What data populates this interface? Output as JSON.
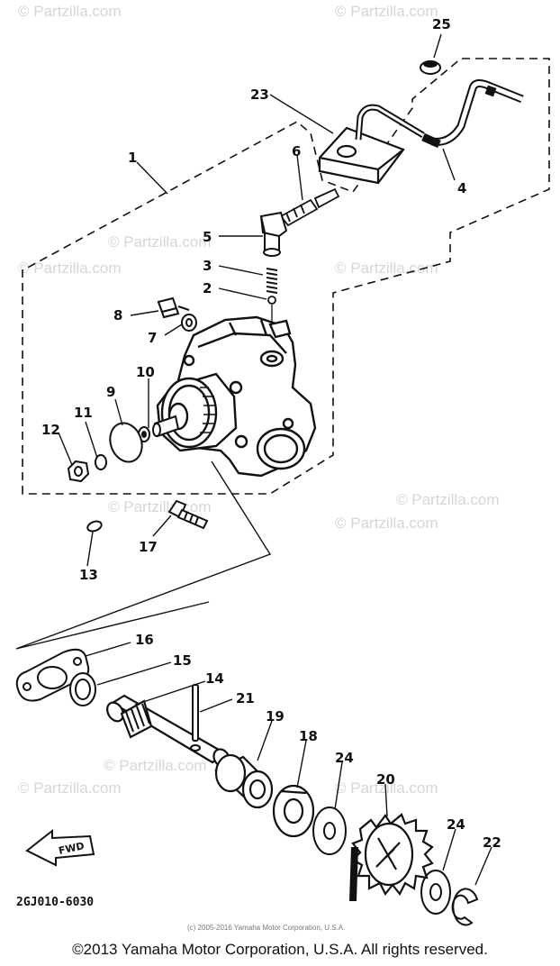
{
  "watermark": "© Partzilla.com",
  "part_code": "2GJ010-6030",
  "fwd_label": "FWD",
  "fine_print": "(c) 2005-2016 Yamaha Motor Corporation, U.S.A.",
  "footer": "©2013 Yamaha Motor Corporation, U.S.A. All rights reserved.",
  "callouts": {
    "c1": "1",
    "c2": "2",
    "c3": "3",
    "c4": "4",
    "c5": "5",
    "c6": "6",
    "c7": "7",
    "c8": "8",
    "c9": "9",
    "c10": "10",
    "c11": "11",
    "c12": "12",
    "c13": "13",
    "c14": "14",
    "c15": "15",
    "c16": "16",
    "c17": "17",
    "c18": "18",
    "c19": "19",
    "c20": "20",
    "c21": "21",
    "c22": "22",
    "c23": "23",
    "c24a": "24",
    "c24b": "24",
    "c25": "25"
  }
}
